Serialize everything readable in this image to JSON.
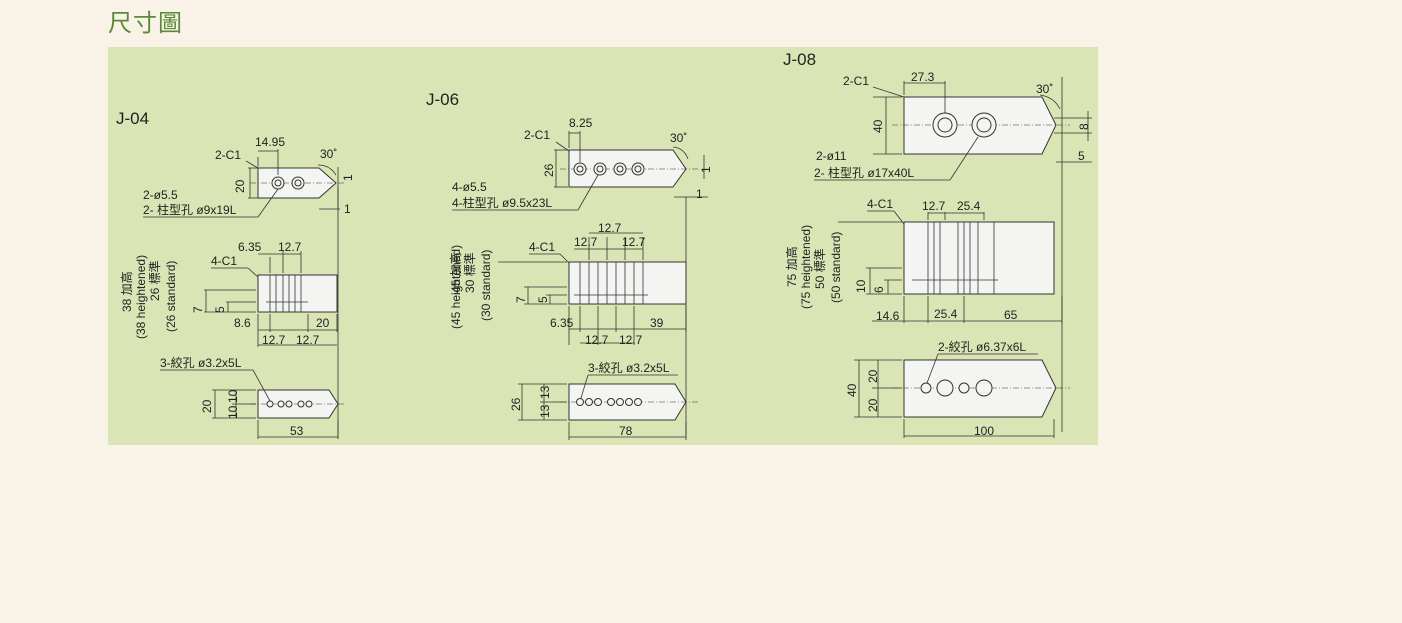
{
  "page_title": "尺寸圖",
  "drawings": {
    "j04": {
      "model": "J-04",
      "top": {
        "chamfer": "2-C1",
        "dim_pitch": "14.95",
        "angle": "30˚",
        "dim_height": "20",
        "dim_tip1": "1",
        "dim_tip2": "1",
        "holes_count": "2-ø5.5",
        "counterbore": "2- 柱型孔  ø9x19L"
      },
      "side": {
        "height_label": "38 加高",
        "height_label_en": "(38 heightened)",
        "std_label": "26 標準",
        "std_label_en": "(26 standard)",
        "chamfer": "4-C1",
        "dim_a": "6.35",
        "dim_b": "12.7",
        "dim_7": "7",
        "dim_5": "5",
        "dim_86": "8.6",
        "dim_20": "20",
        "dim_p1": "12.7",
        "dim_p2": "12.7"
      },
      "bottom": {
        "tap": "3-絞孔 ø3.2x5L",
        "dim_20": "20",
        "dim_10a": "10",
        "dim_10b": "10",
        "length": "53"
      }
    },
    "j06": {
      "model": "J-06",
      "top": {
        "chamfer": "2-C1",
        "dim_pitch": "8.25",
        "angle": "30˚",
        "dim_height": "26",
        "dim_tip1": "1",
        "dim_tip2": "1",
        "holes_count": "4-ø5.5",
        "counterbore": "4-柱型孔  ø9.5x23L"
      },
      "side": {
        "height_label": "45 加高",
        "height_label_en": "(45 heightened)",
        "std_label": "30 標準",
        "std_label_en": "(30 standard)",
        "chamfer": "4-C1",
        "dim_top": "12.7",
        "dim_a": "12.7",
        "dim_b": "12.7",
        "dim_7": "7",
        "dim_5": "5",
        "dim_635": "6.35",
        "dim_39": "39",
        "dim_p1": "12.7",
        "dim_p2": "12.7"
      },
      "bottom": {
        "tap": "3-絞孔 ø3.2x5L",
        "dim_26": "26",
        "dim_13a": "13",
        "dim_13b": "13",
        "length": "78"
      }
    },
    "j08": {
      "model": "J-08",
      "top": {
        "chamfer": "2-C1",
        "dim_pitch": "27.3",
        "angle": "30˚",
        "dim_height": "40",
        "dim_tip1": "8",
        "dim_tip2": "5",
        "holes_count": "2-ø11",
        "counterbore": "2- 柱型孔  ø17x40L"
      },
      "side": {
        "height_label": "75  加高",
        "height_label_en": "(75 heightened)",
        "std_label": "50  標準",
        "std_label_en": "(50 standard)",
        "chamfer": "4-C1",
        "dim_a": "12.7",
        "dim_b": "25.4",
        "dim_10": "10",
        "dim_6": "6",
        "dim_146": "14.6",
        "dim_254": "25.4",
        "dim_65": "65"
      },
      "bottom": {
        "tap": "2-絞孔  ø6.37x6L",
        "dim_40": "40",
        "dim_20a": "20",
        "dim_20b": "20",
        "length": "100"
      }
    }
  }
}
